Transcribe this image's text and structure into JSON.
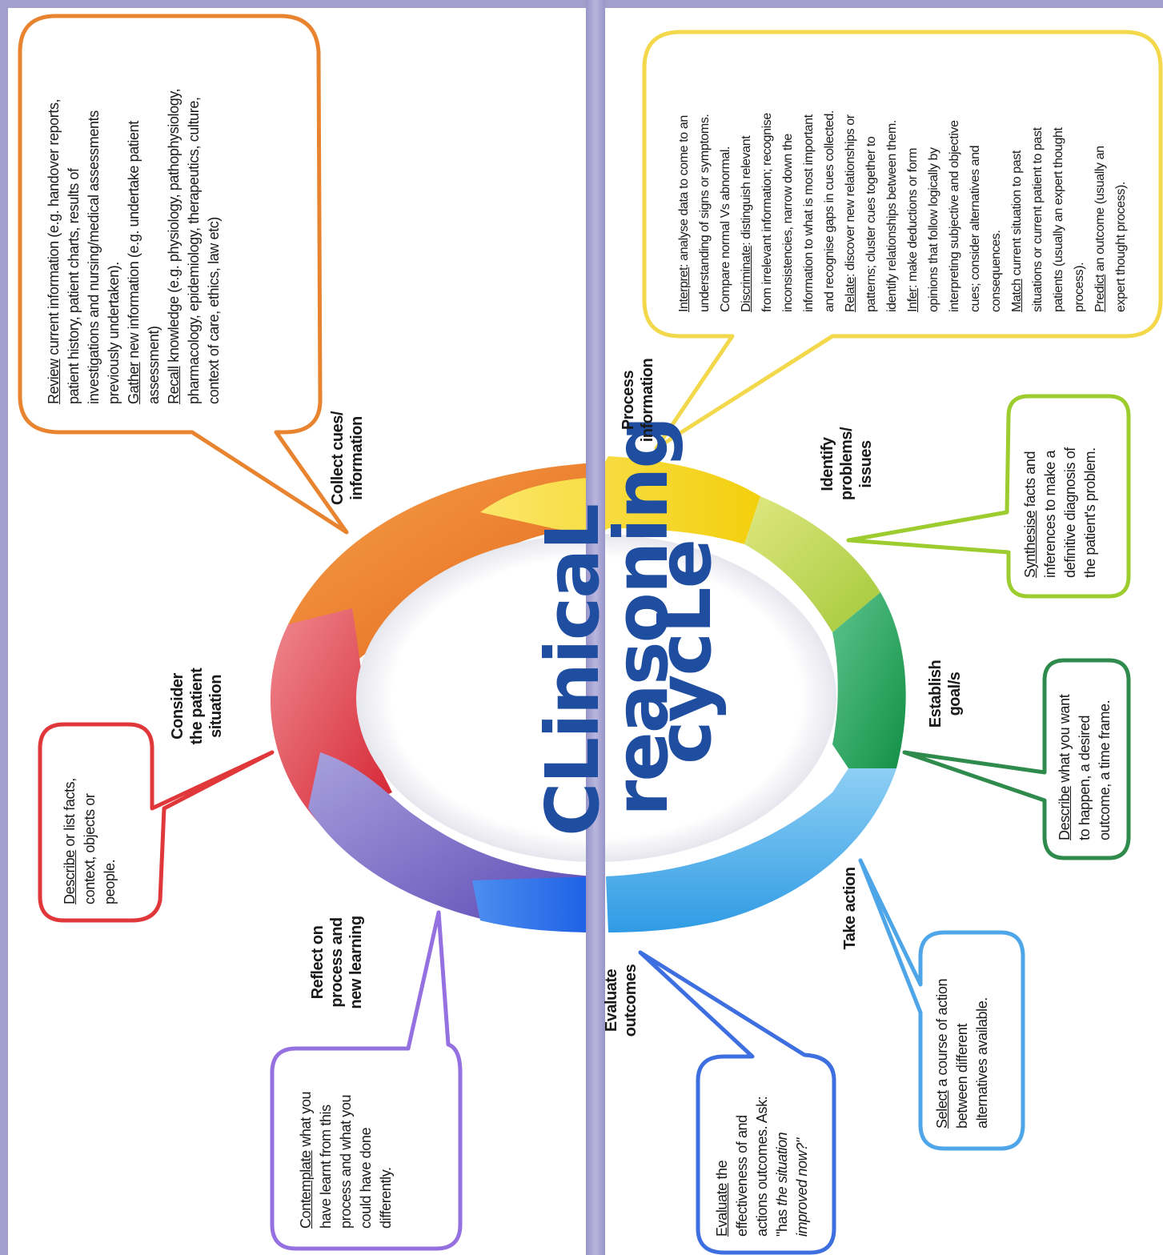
{
  "title": {
    "line1": "CLinicaL",
    "line2": "reasoning",
    "line3": "cycLe"
  },
  "steps": {
    "collect": {
      "label1": "Collect cues/",
      "label2": "information"
    },
    "process": {
      "label1": "Process",
      "label2": "information"
    },
    "identify": {
      "label1": "Identify",
      "label2": "problems/",
      "label3": "issues"
    },
    "establish": {
      "label1": "Establish",
      "label2": "goal/s"
    },
    "take": {
      "label1": "Take action"
    },
    "evaluate": {
      "label1": "Evaluate",
      "label2": "outcomes"
    },
    "reflect": {
      "label1": "Reflect on",
      "label2": "process and",
      "label3": "new learning"
    },
    "consider": {
      "label1": "Consider",
      "label2": "the patient",
      "label3": "situation"
    }
  },
  "boxes": {
    "collect": {
      "l1_kw": "Review",
      "l1_rest": " current information (e.g. handover reports,",
      "l2": "patient history, patient charts, results of",
      "l3": "investigations and nursing/medical assessments",
      "l4": "previously undertaken).",
      "l5_kw": "Gather",
      "l5_rest": " new information (e.g. undertake patient",
      "l6": "assessment)",
      "l7_kw": "Recall",
      "l7_rest": " knowledge (e.g. physiology, pathophysiology,",
      "l8": "pharmacology, epidemiology, therapeutics, culture,",
      "l9": "context of care, ethics, law etc)"
    },
    "process": {
      "l1_kw": "Interpret",
      "l1_rest": ": analyse data to come to an",
      "l2": "understanding of signs or symptoms.",
      "l3": "Compare normal Vs abnormal.",
      "l4_kw": "Discriminate",
      "l4_rest": ": distinguish relevant",
      "l5": "from irrelevant information; recognise",
      "l6": "inconsistencies, narrow down the",
      "l7": "information to what is most important",
      "l8": "and recognise gaps in cues collected.",
      "l9_kw": "Relate",
      "l9_rest": ": discover new relationships or",
      "l10": "patterns; cluster cues together to",
      "l11": "identify relationships between them.",
      "l12_kw": "Infer",
      "l12_rest": ": make deductions or form",
      "l13": "opinions that follow logically by",
      "l14": "interpreting subjective and objective",
      "l15": "cues; consider alternatives and",
      "l16": "consequences.",
      "l17_kw": "Match",
      "l17_rest": " current situation to past",
      "l18": "situations or current patient to past",
      "l19": "patients (usually an expert thought",
      "l20": "process).",
      "l21_kw": "Predict",
      "l21_rest": " an outcome (usually an",
      "l22": "expert thought process)."
    },
    "identify": {
      "l1_kw": "Synthesise",
      "l1_rest": " facts and",
      "l2": "inferences to make a",
      "l3": "definitive diagnosis of",
      "l4": "the patient's problem."
    },
    "establish": {
      "l1_kw": "Describe",
      "l1_rest": " what you want",
      "l2": "to happen, a desired",
      "l3": "outcome, a time frame."
    },
    "take": {
      "l1_kw": "Select",
      "l1_rest": " a course of action",
      "l2": "between different",
      "l3": "alternatives available."
    },
    "evaluate": {
      "l1_kw": "Evaluate",
      "l1_rest": " the",
      "l2": "effectiveness of and",
      "l3": "actions outcomes. Ask:",
      "l4a": "\"has ",
      "l4b": "the situation",
      "l5": "improved now?\""
    },
    "reflect": {
      "l1_kw": "Contemplate",
      "l1_rest": " what you",
      "l2": "have learnt from this",
      "l3": "process and what you",
      "l4": "could have done",
      "l5": "differently."
    },
    "consider": {
      "l1_kw": "Describe",
      "l1_rest": " or list facts,",
      "l2": "context, objects or",
      "l3": "people."
    }
  },
  "colors": {
    "background": "#a39fcc",
    "title": "#1f4ea0",
    "collect": "#e8842f",
    "process": "#f2d84a",
    "identify": "#9ccc2e",
    "establish": "#2e8b4c",
    "take": "#4ea6e8",
    "evaluate": "#3e6fe0",
    "reflect": "#9570e0",
    "consider": "#e0383a"
  }
}
